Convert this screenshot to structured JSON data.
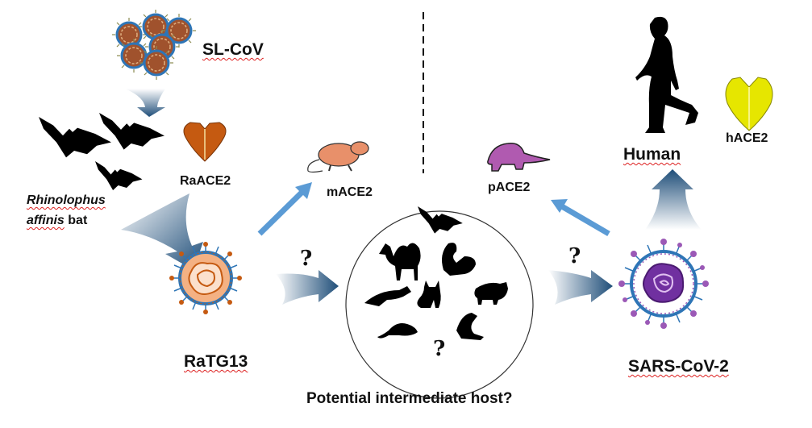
{
  "labels": {
    "sl_cov": "SL-CoV",
    "raace2": "RaACE2",
    "bat_genus": "Rhinolophus",
    "bat_species": "affinis",
    "bat_word": "bat",
    "mace2": "mACE2",
    "pace2": "pACE2",
    "human": "Human",
    "hace2": "hACE2",
    "ratg13": "RaTG13",
    "sars_cov_2": "SARS-CoV-2",
    "intermediate_host": "Potential intermediate host?",
    "question": "?"
  },
  "colors": {
    "arrow_blue": "#5b9bd5",
    "gradient_dark": "#1f4e79",
    "raace2": "#c55a11",
    "hace2": "#e6e600",
    "pangolin": "#b05ab0",
    "mouse": "#e8906a",
    "ratg13_core": "#f4b183",
    "sars_core": "#7030a0"
  }
}
